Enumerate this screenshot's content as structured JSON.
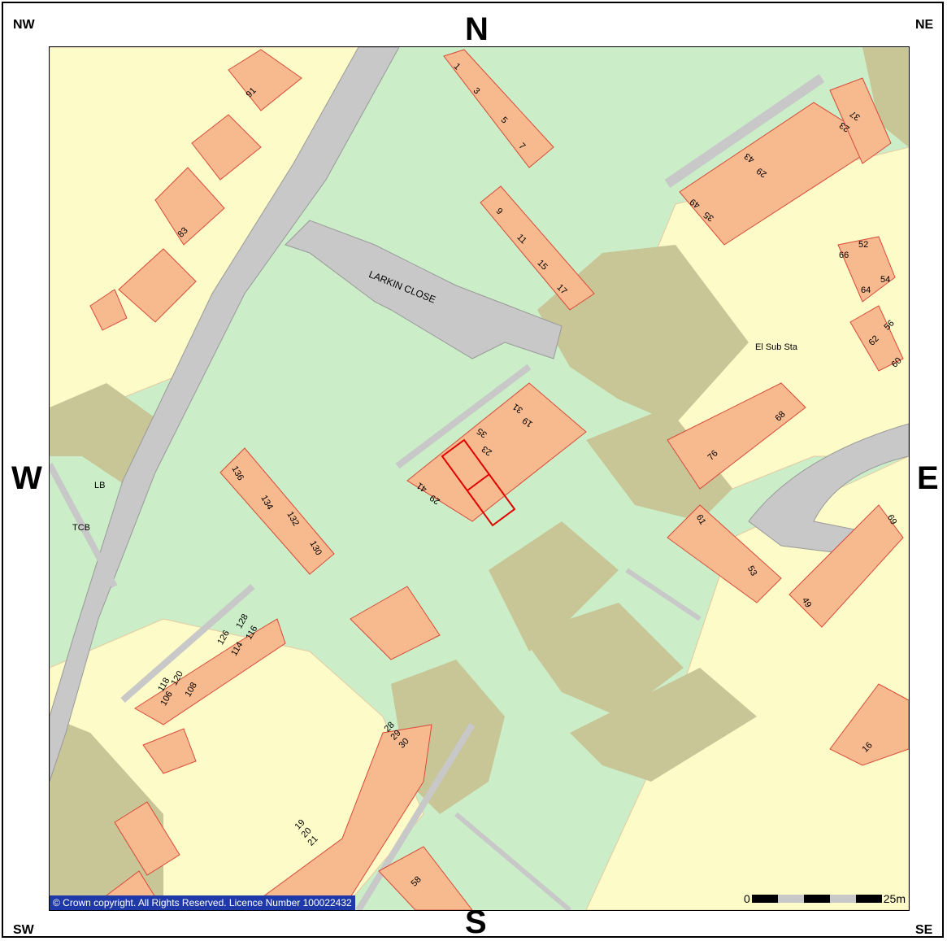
{
  "compass": {
    "n": "N",
    "s": "S",
    "e": "E",
    "w": "W",
    "nw": "NW",
    "ne": "NE",
    "sw": "SW",
    "se": "SE"
  },
  "copyright": "© Crown copyright. All Rights Reserved. Licence Number 100022432",
  "scale": {
    "start": "0",
    "end": "25m"
  },
  "street": "LARKIN CLOSE",
  "labels": {
    "lb": "LB",
    "tcb": "TCB",
    "substation": "El Sub Sta"
  },
  "house_numbers": {
    "n1": "1",
    "n3": "3",
    "n5": "5",
    "n7": "7",
    "n9": "9",
    "n11": "11",
    "n15": "15",
    "n17": "17",
    "n91": "91",
    "n83": "83",
    "n37": "37",
    "n23a": "23",
    "n43": "43",
    "n29a": "29",
    "n49": "49",
    "n35a": "35",
    "n66": "66",
    "n52": "52",
    "n64": "64",
    "n54": "54",
    "n62": "62",
    "n56": "56",
    "n60": "60",
    "n31": "31",
    "n19": "19",
    "n35": "35",
    "n23": "23",
    "n41": "41",
    "n29": "29",
    "n68": "68",
    "n76": "76",
    "n136": "136",
    "n134": "134",
    "n132": "132",
    "n130": "130",
    "n61": "61",
    "n53": "53",
    "n69": "69",
    "n49b": "49",
    "n128": "128",
    "n116": "116",
    "n126": "126",
    "n114": "114",
    "n120": "120",
    "n118": "118",
    "n108": "108",
    "n106": "106",
    "n28": "28",
    "n30": "30",
    "n19b": "19",
    "n20": "20",
    "n21": "21",
    "n58": "58",
    "n16": "16"
  },
  "colors": {
    "green": "#cbeec8",
    "yellow": "#fdfbc8",
    "tan": "#c8c597",
    "building": "#f7b98e",
    "road": "#c8c8c8",
    "selected_outline": "#e00000"
  }
}
